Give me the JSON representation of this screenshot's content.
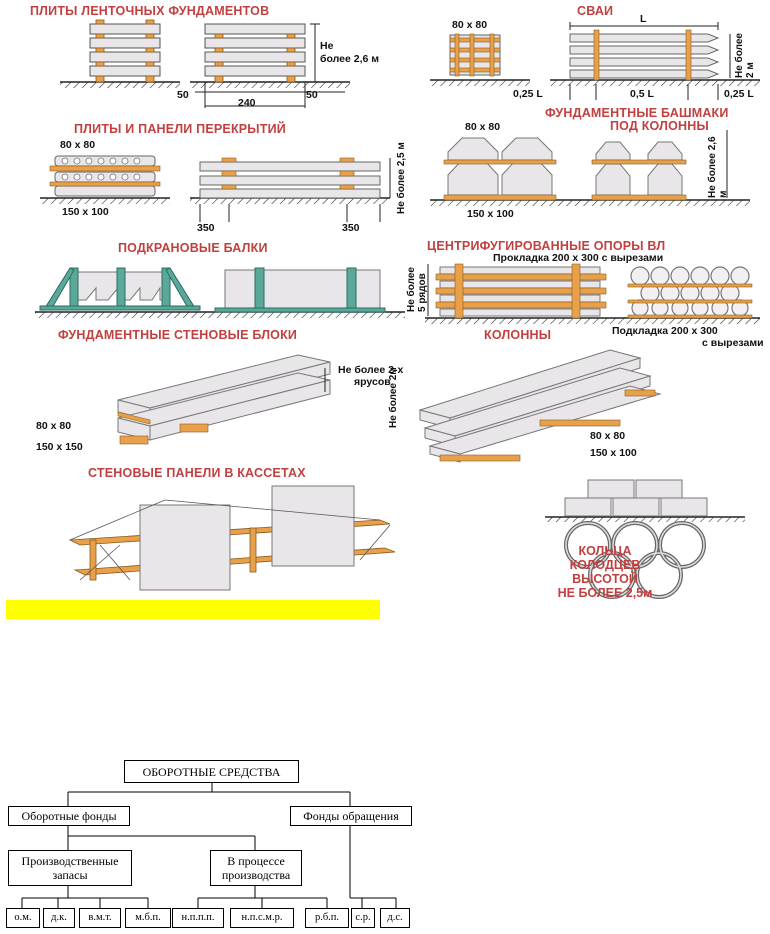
{
  "sections": {
    "strip_foundation": {
      "title": "ПЛИТЫ ЛЕНТОЧНЫХ ФУНДАМЕНТОВ",
      "height_note": "Не\nболее 2,6 м",
      "dim_50_left": "50",
      "dim_240": "240",
      "dim_50_right": "50"
    },
    "piles": {
      "title": "СВАИ",
      "block_80x80": "80 x 80",
      "len_L": "L",
      "height_note": "Не более 2 м",
      "dim_025_left": "0,25 L",
      "dim_05": "0,5 L",
      "dim_025_right": "0,25 L"
    },
    "slabs": {
      "title": "ПЛИТЫ И ПАНЕЛИ ПЕРЕКРЫТИЙ",
      "block_80x80": "80 x 80",
      "block_150x100": "150 x 100",
      "height_note": "Не более 2,5 м",
      "dim_350_left": "350",
      "dim_350_right": "350"
    },
    "column_shoes": {
      "title_line1": "ФУНДАМЕНТНЫЕ БАШМАКИ",
      "title_line2": "ПОД КОЛОННЫ",
      "block_80x80": "80 x 80",
      "block_150x100": "150 x 100",
      "height_note": "Не более 2,6 м"
    },
    "crane_beams": {
      "title": "ПОДКРАНОВЫЕ БАЛКИ"
    },
    "poles": {
      "title": "ЦЕНТРИФУГИРОВАННЫЕ ОПОРЫ ВЛ",
      "spacer_top": "Прокладка 200 х 300 с вырезами",
      "rows_note": "Не более 5 рядов",
      "spacer_bottom_line1": "Подкладка 200 х 300",
      "spacer_bottom_line2": "с вырезами"
    },
    "wall_blocks": {
      "title": "ФУНДАМЕНТНЫЕ СТЕНОВЫЕ БЛОКИ",
      "tiers_line1": "Не более 2-х",
      "tiers_line2": "ярусов",
      "block_80x80": "80 x 80",
      "block_150x150": "150 x 150"
    },
    "columns": {
      "title": "КОЛОННЫ",
      "height_note": "Не более 2м",
      "block_80x80": "80 x 80",
      "block_150x100": "150 x 100"
    },
    "wall_panels": {
      "title": "СТЕНОВЫЕ ПАНЕЛИ В КАССЕТАХ"
    },
    "rings": {
      "caption_line1": "КОЛЬЦА",
      "caption_line2": "КОЛОДЦЕВ",
      "caption_line3": "ВЫСОТОЙ",
      "caption_line4": "НЕ БОЛЕЕ 2,5м"
    }
  },
  "org_chart": {
    "root": "ОБОРОТНЫЕ СРЕДСТВА",
    "level1": [
      "Оборотные фонды",
      "Фонды обращения"
    ],
    "level2": [
      "Производственные запасы",
      "В процессе производства"
    ],
    "level3": [
      "о.м.",
      "д.к.",
      "в.м.т.",
      "м.б.п.",
      "н.п.п.п.",
      "н.п.с.м.р.",
      "р.б.п.",
      "с.р.",
      "д.с."
    ]
  },
  "colors": {
    "title_red": "#c2403f",
    "timber": "#e8a04a",
    "concrete": "#e8e6e8",
    "steel_teal": "#5aa89a",
    "highlight_yellow": "#ffff00",
    "ground": "#333333"
  }
}
